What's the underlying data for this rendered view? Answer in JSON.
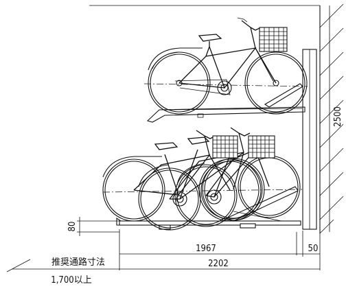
{
  "dimensions": {
    "overall_height": "2500",
    "tray_height": "80",
    "rack_length": "1967",
    "wall_clearance": "50",
    "total_length": "2202"
  },
  "aisle_note": {
    "label": "推奨通路寸法",
    "value": "1,700以上"
  }
}
